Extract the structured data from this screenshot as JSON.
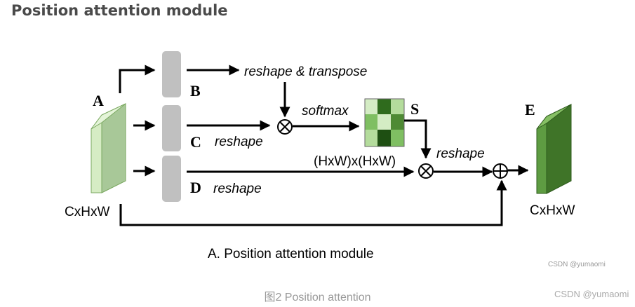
{
  "header": {
    "title": "Position attention module"
  },
  "diagram": {
    "labels": {
      "A": "A",
      "B": "B",
      "C": "C",
      "D": "D",
      "S": "S",
      "E": "E",
      "input_shape": "CxHxW",
      "output_shape": "CxHxW",
      "reshape_transpose": "reshape & transpose",
      "reshape_c": "reshape",
      "reshape_d": "reshape",
      "reshape_s": "reshape",
      "softmax": "softmax",
      "hw_shape": "(HxW)x(HxW)"
    },
    "subcaption": "A. Position attention module",
    "watermark": "CSDN @yumaomi",
    "colors": {
      "input_block": "#c8e6b4",
      "output_block": "#4e8a34",
      "conv_block": "#c0c0c0",
      "matrix_light": "#d4ecc4",
      "matrix_mid": "#7fbf62",
      "matrix_dark": "#2f6b1d"
    }
  },
  "footer": {
    "caption": "图2 Position attention",
    "watermark": "CSDN @yumaomi"
  }
}
